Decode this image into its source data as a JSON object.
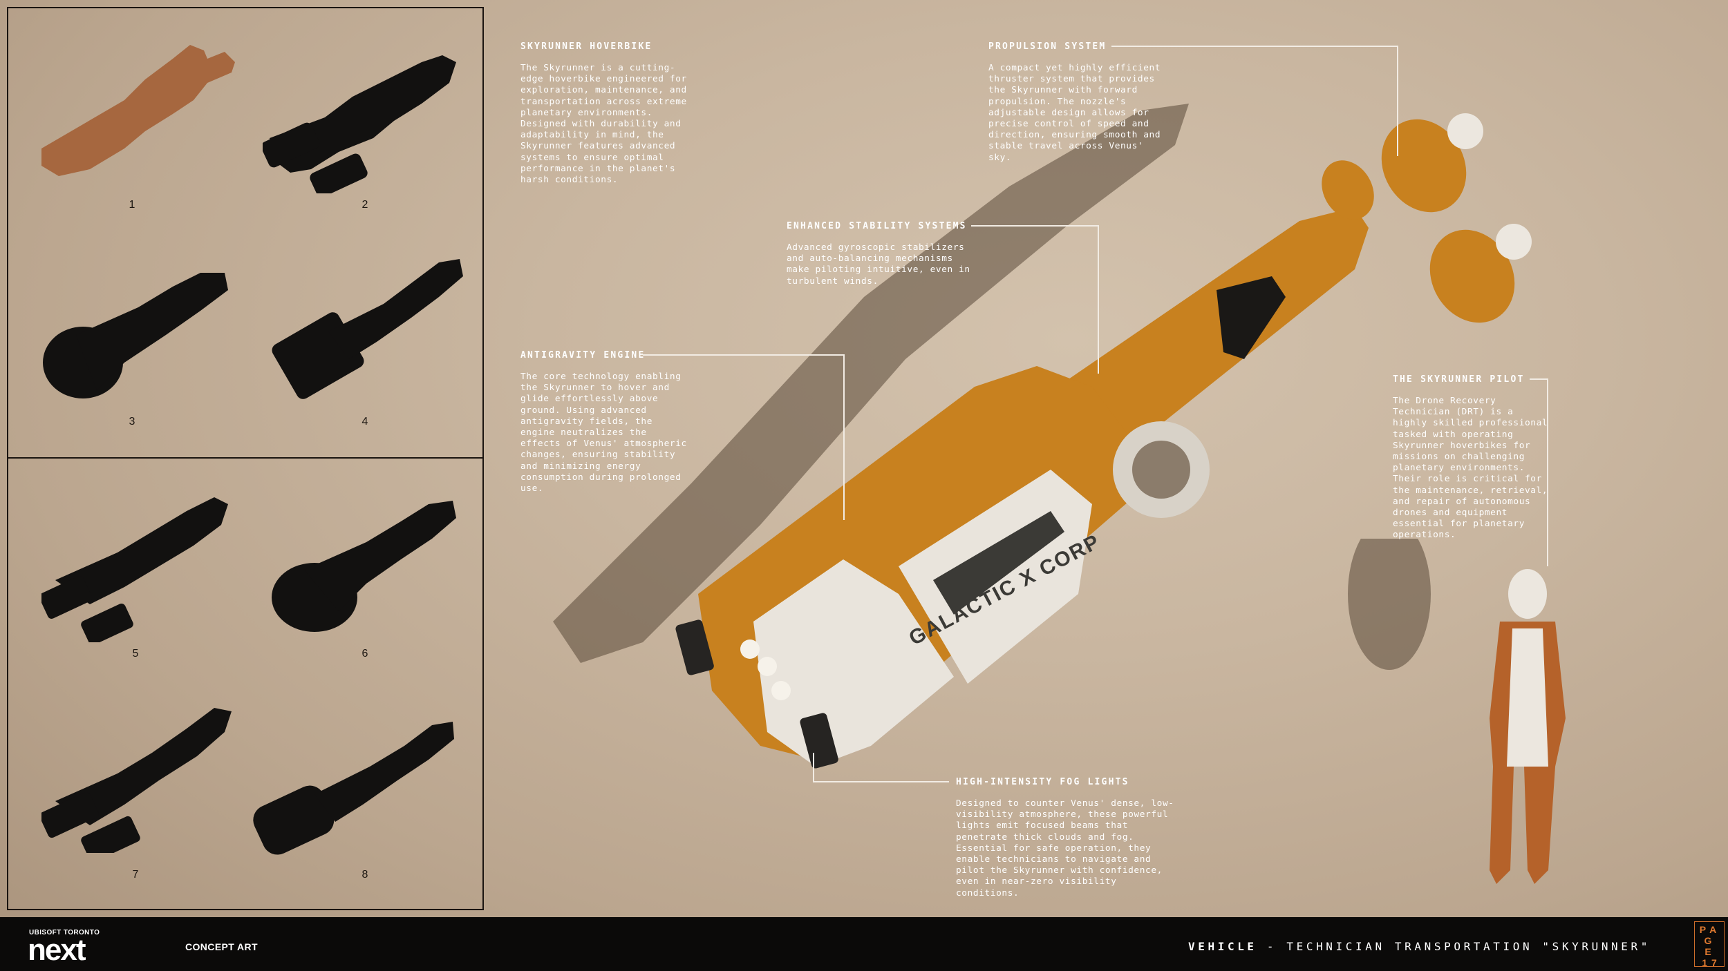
{
  "thumbnails": [
    {
      "number": "1",
      "fill": "#a6673f"
    },
    {
      "number": "2",
      "fill": "#121110"
    },
    {
      "number": "3",
      "fill": "#121110"
    },
    {
      "number": "4",
      "fill": "#121110"
    },
    {
      "number": "5",
      "fill": "#121110"
    },
    {
      "number": "6",
      "fill": "#121110"
    },
    {
      "number": "7",
      "fill": "#121110"
    },
    {
      "number": "8",
      "fill": "#121110"
    }
  ],
  "callouts": {
    "hoverbike": {
      "title": "SKYRUNNER HOVERBIKE",
      "body": "The Skyrunner is a cutting-edge hoverbike engineered for exploration, maintenance, and transportation across extreme planetary environments. Designed with durability and adaptability in mind, the Skyrunner features advanced systems to ensure optimal performance in the planet's harsh conditions."
    },
    "propulsion": {
      "title": "PROPULSION SYSTEM",
      "body": "A compact yet highly efficient thruster system that provides the Skyrunner with forward propulsion. The nozzle's adjustable design allows for precise control of speed and direction, ensuring smooth and stable travel across Venus' sky."
    },
    "stability": {
      "title": "ENHANCED STABILITY SYSTEMS",
      "body": "Advanced gyroscopic stabilizers and auto-balancing mechanisms make piloting intuitive, even in turbulent winds."
    },
    "antigravity": {
      "title": "ANTIGRAVITY ENGINE",
      "body": "The core technology enabling the Skyrunner to hover and glide effortlessly above ground. Using advanced antigravity fields, the engine neutralizes the effects of Venus' atmospheric changes, ensuring stability and minimizing energy consumption during prolonged use."
    },
    "pilot": {
      "title": "THE SKYRUNNER PILOT",
      "body": "The Drone Recovery Technician (DRT) is a highly skilled professional tasked with operating Skyrunner hoverbikes for missions on challenging planetary environments. Their role is critical for the maintenance, retrieval, and repair of autonomous drones and equipment essential for planetary operations."
    },
    "foglights": {
      "title": "HIGH-INTENSITY FOG LIGHTS",
      "body": "Designed to counter Venus' dense, low-visibility atmosphere, these powerful lights emit focused beams that penetrate thick clouds and fog. Essential for safe operation, they enable technicians to navigate and pilot the Skyrunner with confidence, even in near-zero visibility conditions."
    }
  },
  "vehicle_decal": "GALACTIC X CORP",
  "colors": {
    "hull_orange": "#c8811f",
    "hull_white": "#e9e4dc",
    "accent_orange": "#e07a30",
    "footer_bg": "#0b0a09"
  },
  "footer": {
    "logo_top": "UBISOFT TORONTO",
    "logo": "next",
    "section": "CONCEPT ART",
    "category": "VEHICLE",
    "separator": " - ",
    "title": "TECHNICIAN TRANSPORTATION \"SKYRUNNER\"",
    "page_label": "PAGE",
    "page_number": "17"
  }
}
